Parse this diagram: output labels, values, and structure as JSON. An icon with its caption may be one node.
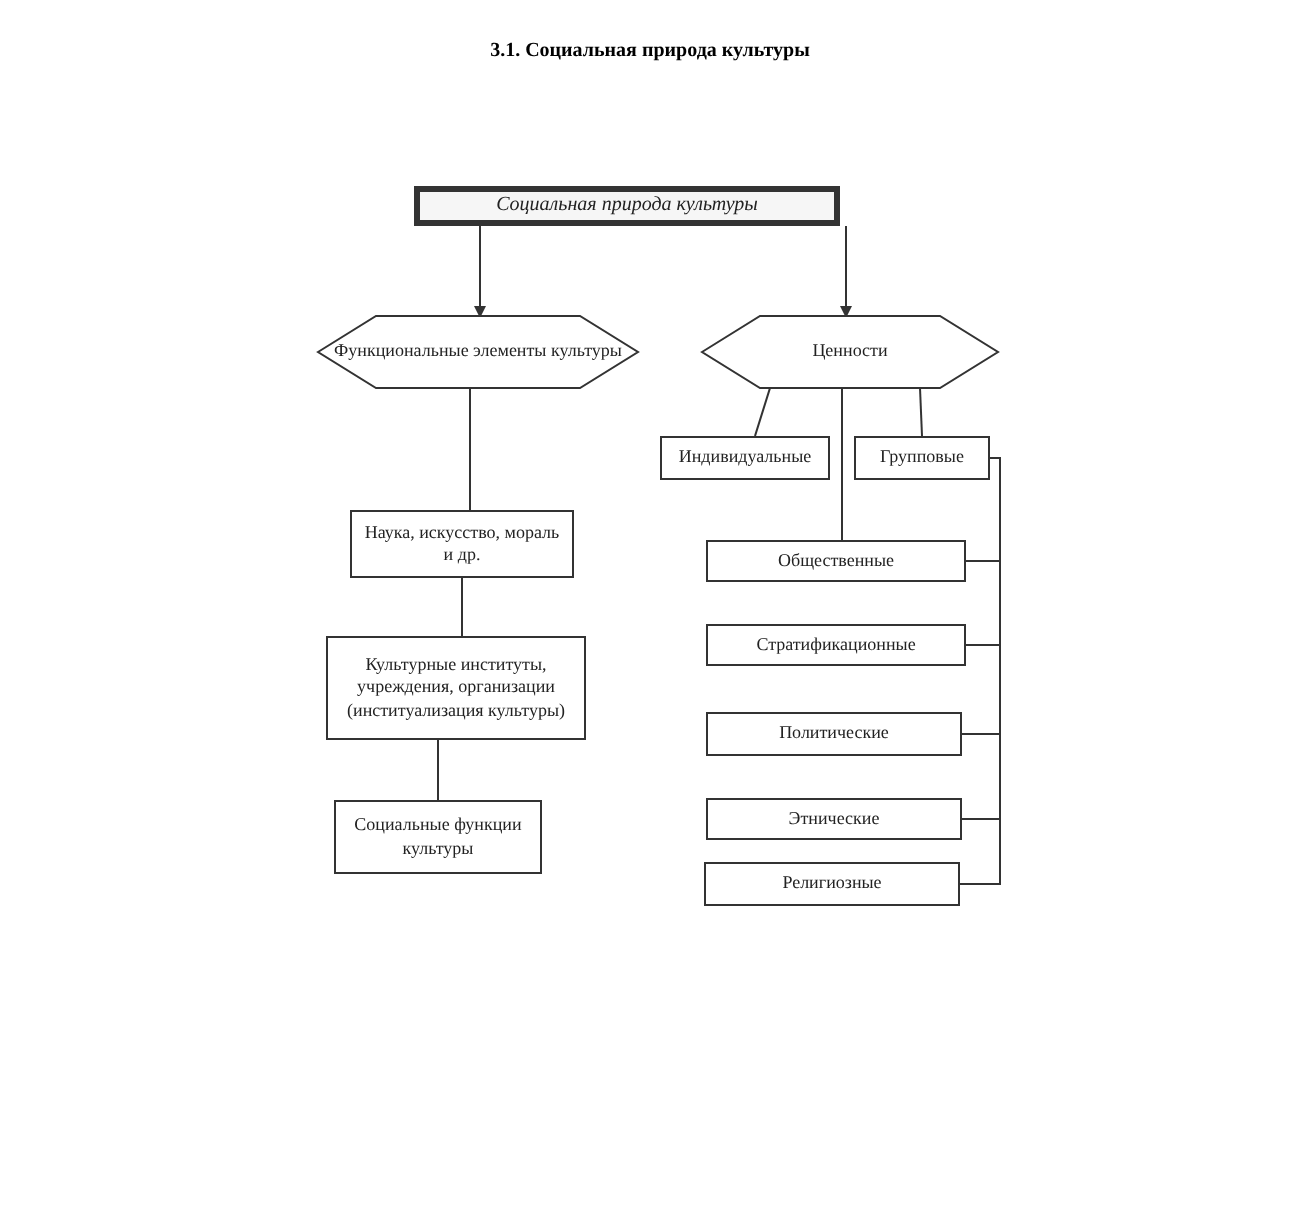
{
  "diagram": {
    "title": "3.1. Социальная природа культуры",
    "nodes": [
      {
        "text": [
          "Социальная природа культуры"
        ]
      },
      {
        "text": [
          "Функциональные элементы культуры"
        ]
      },
      {
        "text": [
          "Ценности"
        ]
      },
      {
        "text": [
          "Наука, искусство, мораль и др."
        ]
      },
      {
        "text": [
          "Культурные институты, учреждения, организации (институализация культуры)"
        ]
      },
      {
        "text": [
          "Социальные функции культуры"
        ]
      },
      {
        "text": [
          "Индивидуальные"
        ]
      },
      {
        "text": [
          "Групповые"
        ]
      },
      {
        "text": [
          "Общественные"
        ]
      },
      {
        "text": [
          "Стратификационные"
        ]
      },
      {
        "text": [
          "Политические"
        ]
      },
      {
        "text": [
          "Этнические"
        ]
      },
      {
        "text": [
          "Религиозные"
        ]
      }
    ],
    "edges": [
      {
        "from": 0,
        "to": 1,
        "arrow": "to"
      },
      {
        "from": 0,
        "to": 2,
        "arrow": "to"
      },
      {
        "from": 1,
        "to": 3,
        "arrow": "none"
      },
      {
        "from": 3,
        "to": 4,
        "arrow": "none"
      },
      {
        "from": 4,
        "to": 5,
        "arrow": "none"
      },
      {
        "from": 2,
        "to": 6,
        "arrow": "none"
      },
      {
        "from": 2,
        "to": 7,
        "arrow": "none"
      },
      {
        "from": 2,
        "to": 8,
        "arrow": "none"
      },
      {
        "from": 7,
        "to": 8,
        "arrow": "none"
      },
      {
        "from": 7,
        "to": 9,
        "arrow": "none"
      },
      {
        "from": 7,
        "to": 10,
        "arrow": "none"
      },
      {
        "from": 7,
        "to": 11,
        "arrow": "none"
      },
      {
        "from": 7,
        "to": 12,
        "arrow": "none"
      }
    ]
  }
}
